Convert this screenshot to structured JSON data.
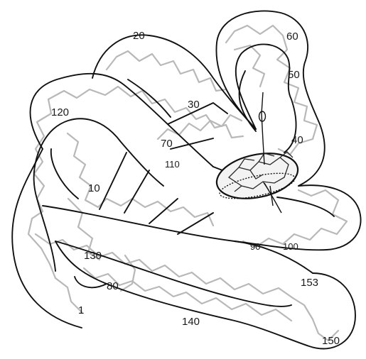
{
  "residue_labels": {
    "r1": "1",
    "r10": "10",
    "r20": "20",
    "r30": "30",
    "r40": "40",
    "r50": "50",
    "r60": "60",
    "r70": "70",
    "r80": "80",
    "r90": "90",
    "r100": "100",
    "r110": "110",
    "r120": "120",
    "r130": "130",
    "r140": "140",
    "r150": "150",
    "r153": "153"
  },
  "colors": {
    "tube_outline": "#111111",
    "backbone_trace": "#b3b3b3",
    "heme": "#2a2a2a"
  }
}
